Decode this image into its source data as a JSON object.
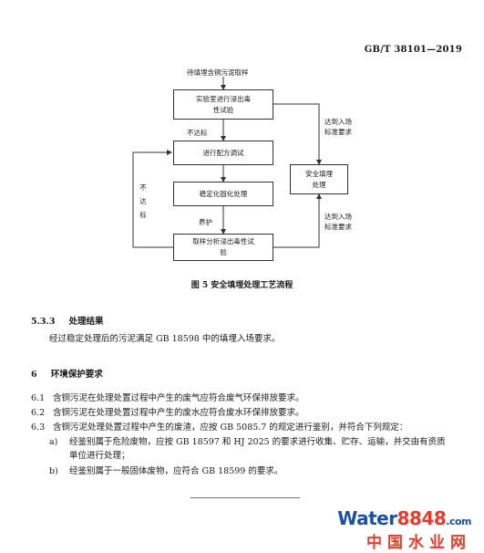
{
  "header": {
    "standard_number": "GB/T  38101—2019"
  },
  "flowchart": {
    "start": "待填埋含铜污泥取样",
    "box_leach": "实验室进行浸出毒性试验",
    "box_formula": "进行配方调试",
    "box_stabilize": "稳定化固化处理",
    "box_sample": "取样分析浸出毒性试验",
    "box_landfill": "安全填埋处理",
    "label_fail_top": "不达标",
    "label_fail_left": [
      "不",
      "达",
      "标"
    ],
    "label_cure": "养护",
    "label_pass_top": [
      "达到入场",
      "标准要求"
    ],
    "label_pass_bottom": [
      "达到入场",
      "标准要求"
    ]
  },
  "figure_caption": "图 5    安全填埋处理工艺流程",
  "section_533": {
    "number": "5.3.3",
    "title": "处理结果",
    "text": "经过稳定处理后的污泥满足 GB 18598 中的填埋入场要求。"
  },
  "section_6": {
    "number": "6",
    "title": "环境保护要求"
  },
  "items": [
    {
      "number": "6.1",
      "text": "含铜污泥在处理处置过程中产生的废气应符合废气环保排放要求。"
    },
    {
      "number": "6.2",
      "text": "含铜污泥在处理处置过程中产生的废水应符合废水环保排放要求。"
    },
    {
      "number": "6.3",
      "text": "含铜污泥处理处置过程中产生的废渣，应按 GB 5085.7 的规定进行鉴别，并符合下列规定："
    }
  ],
  "subitems": [
    {
      "label": "a)",
      "lines": [
        "经鉴别属于危险废物，应按 GB 18597 和 HJ 2025 的要求进行收集、贮存、运输，并交由有资质",
        "单位进行处理；"
      ]
    },
    {
      "label": "b)",
      "lines": [
        "经鉴别属于一般固体废物，应符合 GB 18599 的要求。"
      ]
    }
  ],
  "watermark": {
    "brand_main": "Water",
    "brand_num": "8848",
    "brand_suffix": ".com",
    "cn": "中国水业网"
  }
}
